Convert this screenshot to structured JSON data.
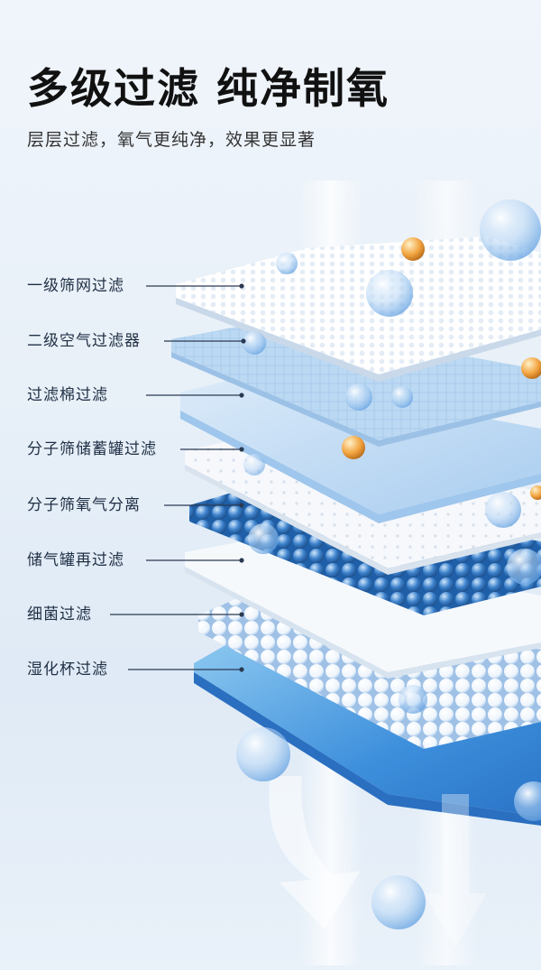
{
  "header": {
    "title": "多级过滤 纯净制氧",
    "subtitle": "层层过滤，氧气更纯净，效果更显著"
  },
  "layers": [
    {
      "label": "一级筛网过滤"
    },
    {
      "label": "二级空气过滤器"
    },
    {
      "label": "过滤棉过滤"
    },
    {
      "label": "分子筛储蓄罐过滤"
    },
    {
      "label": "分子筛氧气分离"
    },
    {
      "label": "储气罐再过滤"
    },
    {
      "label": "细菌过滤"
    },
    {
      "label": "湿化杯过滤"
    }
  ],
  "colors": {
    "leader_line": "#2b3a52",
    "bubble_blue": "#9cc7f2",
    "bubble_orange": "#f0a040",
    "layer_blue_dark": "#2d6fb8",
    "layer_blue_light": "#8cc2ee"
  }
}
